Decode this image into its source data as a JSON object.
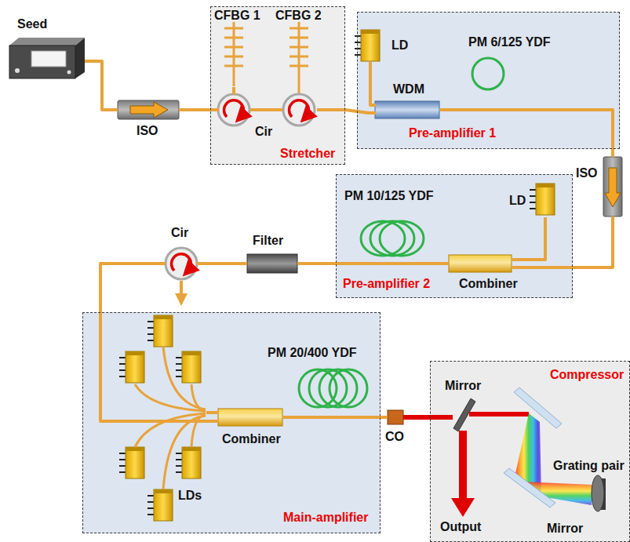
{
  "diagram": {
    "nodes": [
      {
        "text": [
          "Seed"
        ]
      },
      {
        "text": [
          "ISO"
        ]
      },
      {
        "text": [
          "Stretcher"
        ]
      },
      {
        "text": [
          "CFBG 1"
        ],
        "in": 2
      },
      {
        "text": [
          "CFBG 2"
        ],
        "in": 2
      },
      {
        "text": [
          "Cir"
        ],
        "in": 2
      },
      {
        "text": [
          "Pre-amplifier 1"
        ]
      },
      {
        "text": [
          "LD"
        ],
        "in": 6
      },
      {
        "text": [
          "PM 6/125 YDF"
        ],
        "in": 6
      },
      {
        "text": [
          "WDM"
        ],
        "in": 6
      },
      {
        "text": [
          "ISO"
        ]
      },
      {
        "text": [
          "Pre-amplifier 2"
        ]
      },
      {
        "text": [
          "PM 10/125 YDF"
        ],
        "in": 11
      },
      {
        "text": [
          "LD"
        ],
        "in": 11
      },
      {
        "text": [
          "Combiner"
        ],
        "in": 11
      },
      {
        "text": [
          "Cir"
        ]
      },
      {
        "text": [
          "Filter"
        ]
      },
      {
        "text": [
          "Main-amplifier"
        ]
      },
      {
        "text": [
          "PM 20/400 YDF"
        ],
        "in": 17
      },
      {
        "text": [
          "Combiner"
        ],
        "in": 17
      },
      {
        "text": [
          "LDs"
        ],
        "in": 17
      },
      {
        "text": [
          "CO"
        ]
      },
      {
        "text": [
          "Compressor"
        ]
      },
      {
        "text": [
          "Mirror"
        ],
        "in": 22
      },
      {
        "text": [
          "Grating pair"
        ],
        "in": 22
      },
      {
        "text": [
          "Mirror"
        ],
        "in": 22
      },
      {
        "text": [
          "Output"
        ],
        "in": 22
      }
    ],
    "edges": [
      {
        "from": 0,
        "to": 1,
        "arrow": "none"
      },
      {
        "from": 1,
        "to": 5,
        "arrow": "none"
      },
      {
        "from": 5,
        "to": 3,
        "arrow": "none"
      },
      {
        "from": 5,
        "to": 4,
        "arrow": "none"
      },
      {
        "from": 4,
        "to": 9,
        "arrow": "none"
      },
      {
        "from": 7,
        "to": 9,
        "arrow": "none"
      },
      {
        "from": 9,
        "to": 10,
        "arrow": "none"
      },
      {
        "from": 10,
        "to": 14,
        "arrow": "none"
      },
      {
        "from": 13,
        "to": 14,
        "arrow": "none"
      },
      {
        "from": 14,
        "to": 16,
        "arrow": "none"
      },
      {
        "from": 16,
        "to": 15,
        "arrow": "none"
      },
      {
        "from": 15,
        "to": 19,
        "arrow": "none"
      },
      {
        "from": 20,
        "to": 19,
        "arrow": "none"
      },
      {
        "from": 19,
        "to": 21,
        "arrow": "none"
      },
      {
        "from": 21,
        "to": 23,
        "arrow": "none"
      },
      {
        "from": 23,
        "to": 26,
        "arrow": "to"
      }
    ]
  }
}
